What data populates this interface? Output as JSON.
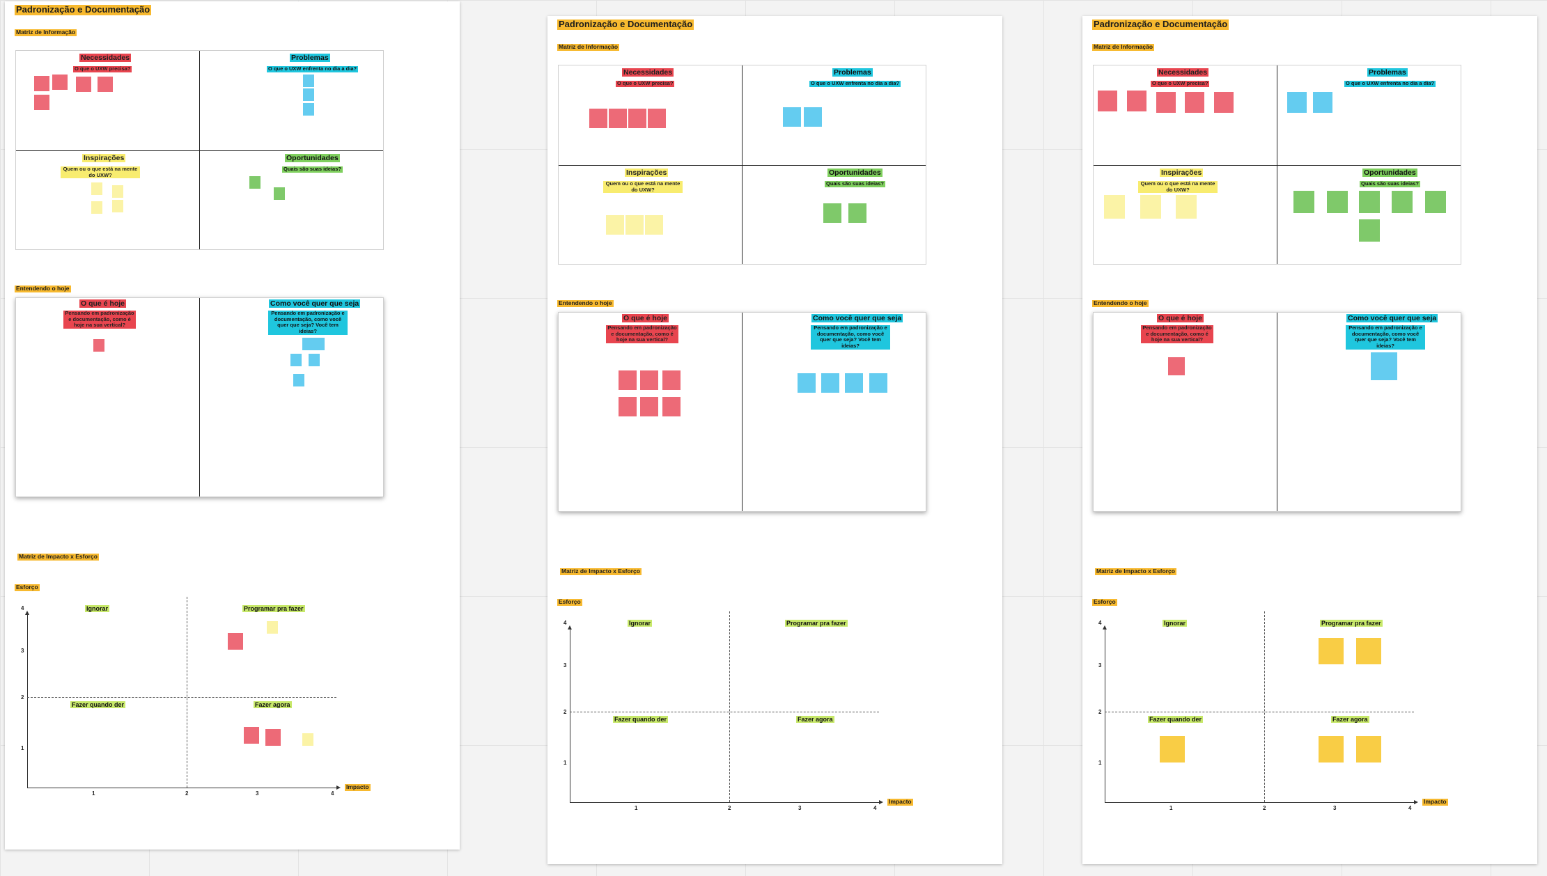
{
  "board_title": "Padronização e Documentação",
  "sections": {
    "matriz_info": "Matriz de Informação",
    "entendendo": "Entendendo o hoje",
    "impacto_esforco": "Matriz de Impacto x Esforço"
  },
  "matrix": {
    "necessidades": "Necessidades",
    "necessidades_q": "O que o UXW precisa?",
    "problemas": "Problemas",
    "problemas_q": "O que o UXW enfrenta no dia a dia?",
    "inspiracoes": "Inspirações",
    "inspiracoes_q": "Quem ou o que está na mente do UXW?",
    "oportunidades": "Oportunidades",
    "oportunidades_q": "Quais são suas ideias?"
  },
  "hoje": {
    "oque": "O que é hoje",
    "oque_q": "Pensando em padronização e documentação, como é hoje na sua vertical?",
    "como": "Como você quer que seja",
    "como_q": "Pensando em padronização e documentação, como você quer que seja? Você tem ideias?"
  },
  "impact": {
    "y_label": "Esforço",
    "x_label": "Impacto",
    "q_ignorar": "Ignorar",
    "q_programar": "Programar pra fazer",
    "q_fazer_quando": "Fazer quando der",
    "q_fazer_agora": "Fazer agora",
    "y_ticks": [
      "4",
      "3",
      "2",
      "1"
    ],
    "x_ticks": [
      "1",
      "2",
      "3",
      "4"
    ]
  },
  "colors": {
    "background": "#f3f3f3",
    "title_tag": "#f7b92f",
    "red": "#e8454f",
    "cyan": "#1fc6de",
    "yellow": "#f8ec6f",
    "green": "#7fcf5e",
    "lime": "#c7e86a"
  }
}
